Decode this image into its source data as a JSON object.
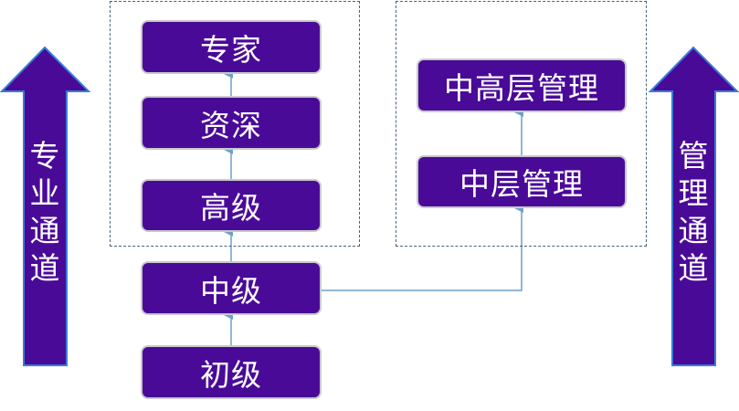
{
  "diagram": {
    "colors": {
      "node_fill": "#4a0a98",
      "node_border": "#c9c9c9",
      "node_text": "#ffffff",
      "connector": "#6f9fc8",
      "group_border": "#4a6377",
      "big_arrow_fill": "#4a0a98",
      "big_arrow_stroke": "#3a7bd5"
    },
    "nodes": {
      "expert": "专家",
      "senior": "资深",
      "high": "高级",
      "middle": "中级",
      "junior": "初级",
      "mid_high_mgmt": "中高层管理",
      "mid_mgmt": "中层管理"
    },
    "tracks": {
      "professional": [
        "专",
        "业",
        "通",
        "道"
      ],
      "management": [
        "管",
        "理",
        "通",
        "道"
      ]
    }
  }
}
